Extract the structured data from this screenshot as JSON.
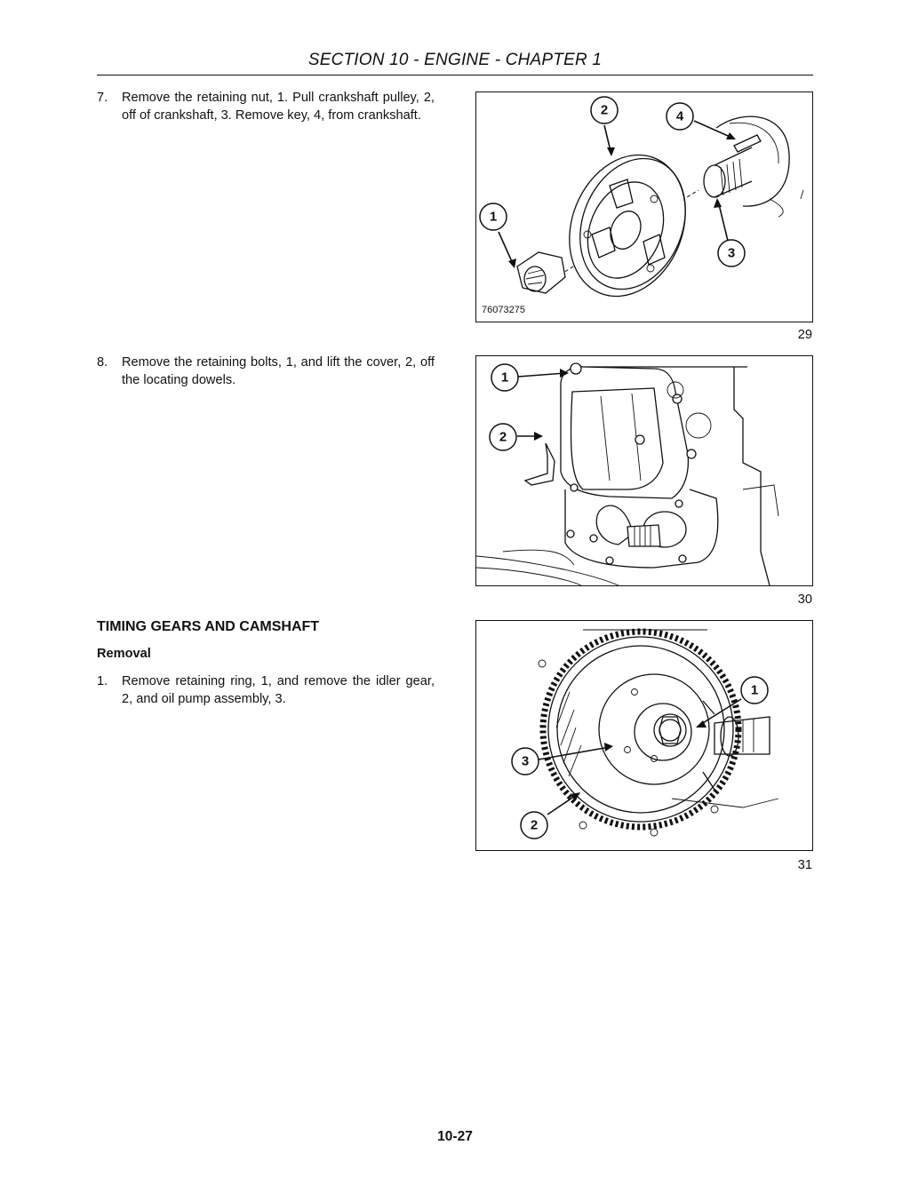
{
  "header": {
    "title": "SECTION 10 - ENGINE - CHAPTER 1"
  },
  "steps": [
    {
      "number": "7.",
      "text": "Remove the retaining nut, 1. Pull crankshaft pulley, 2, off of crankshaft, 3. Remove key, 4, from crankshaft."
    },
    {
      "number": "8.",
      "text": "Remove the retaining bolts, 1, and lift the cover, 2, off the locating dowels."
    },
    {
      "number": "1.",
      "text": "Remove retaining ring, 1, and remove the idler gear, 2, and oil pump assembly, 3."
    }
  ],
  "section": {
    "heading": "TIMING GEARS AND CAMSHAFT",
    "subheading": "Removal"
  },
  "figures": [
    {
      "number": "29",
      "code": "76073275",
      "callouts": [
        "2",
        "4",
        "1",
        "3"
      ]
    },
    {
      "number": "30",
      "callouts": [
        "1",
        "2"
      ]
    },
    {
      "number": "31",
      "callouts": [
        "1",
        "3",
        "2"
      ]
    }
  ],
  "footer": {
    "page_number": "10-27"
  }
}
